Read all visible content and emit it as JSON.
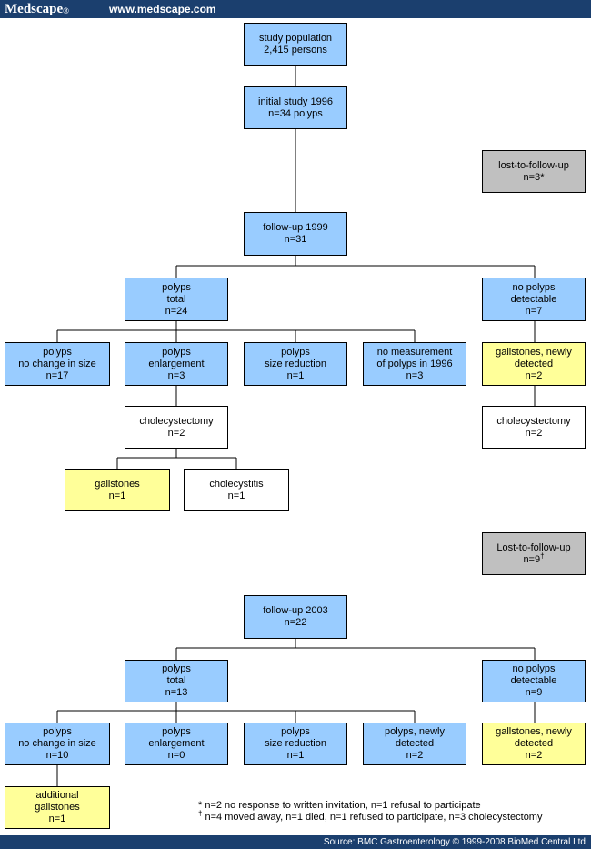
{
  "header": {
    "brand": "Medscape",
    "brand_mark": "®",
    "url": "www.medscape.com"
  },
  "footer": {
    "source": "Source: BMC Gastroenterology © 1999-2008 BioMed Central Ltd"
  },
  "boxes": {
    "study_population": [
      "study population",
      "2,415 persons"
    ],
    "initial_study": [
      "initial study 1996",
      "n=34 polyps"
    ],
    "lost1_line1": "lost-to-follow-up",
    "lost1_line2": "n=3",
    "lost1_mark": "*",
    "followup1999": [
      "follow-up 1999",
      "n=31"
    ],
    "polyps_total_1999": [
      "polyps",
      "total",
      "n=24"
    ],
    "no_polyps_1999": [
      "no polyps",
      "detectable",
      "n=7"
    ],
    "no_change_1999": [
      "polyps",
      "no change in size",
      "n=17"
    ],
    "enlargement_1999": [
      "polyps",
      "enlargement",
      "n=3"
    ],
    "size_reduction_1999": [
      "polyps",
      "size reduction",
      "n=1"
    ],
    "no_measurement_1999": [
      "no measurement",
      "of polyps in 1996",
      "n=3"
    ],
    "gallstones_new_1999": [
      "gallstones, newly",
      "detected",
      "n=2"
    ],
    "cholecystectomy_a": [
      "cholecystectomy",
      "n=2"
    ],
    "cholecystectomy_b": [
      "cholecystectomy",
      "n=2"
    ],
    "gallstones_1999": [
      "gallstones",
      "n=1"
    ],
    "cholecystitis_1999": [
      "cholecystitis",
      "n=1"
    ],
    "lost2_line1": "Lost-to-follow-up",
    "lost2_line2": "n=9",
    "lost2_mark": "†",
    "followup2003": [
      "follow-up 2003",
      "n=22"
    ],
    "polyps_total_2003": [
      "polyps",
      "total",
      "n=13"
    ],
    "no_polyps_2003": [
      "no polyps",
      "detectable",
      "n=9"
    ],
    "no_change_2003": [
      "polyps",
      "no change in size",
      "n=10"
    ],
    "enlargement_2003": [
      "polyps",
      "enlargement",
      "n=0"
    ],
    "size_reduction_2003": [
      "polyps",
      "size reduction",
      "n=1"
    ],
    "newly_detected_2003": [
      "polyps, newly",
      "detected",
      "n=2"
    ],
    "gallstones_new_2003": [
      "gallstones, newly",
      "detected",
      "n=2"
    ],
    "additional_gallstones": [
      "additional",
      "gallstones",
      "n=1"
    ]
  },
  "notes": {
    "note1_mark": "*",
    "note1_text": " n=2 no response to written invitation, n=1 refusal to participate",
    "note2_mark": "†",
    "note2_text": " n=4 moved away, n=1 died, n=1 refused to participate, n=3 cholecystectomy"
  },
  "colors": {
    "header": "#1b3f6e",
    "blue_box": "#99ccff",
    "gray_box": "#c0c0c0",
    "yellow_box": "#ffff99"
  }
}
